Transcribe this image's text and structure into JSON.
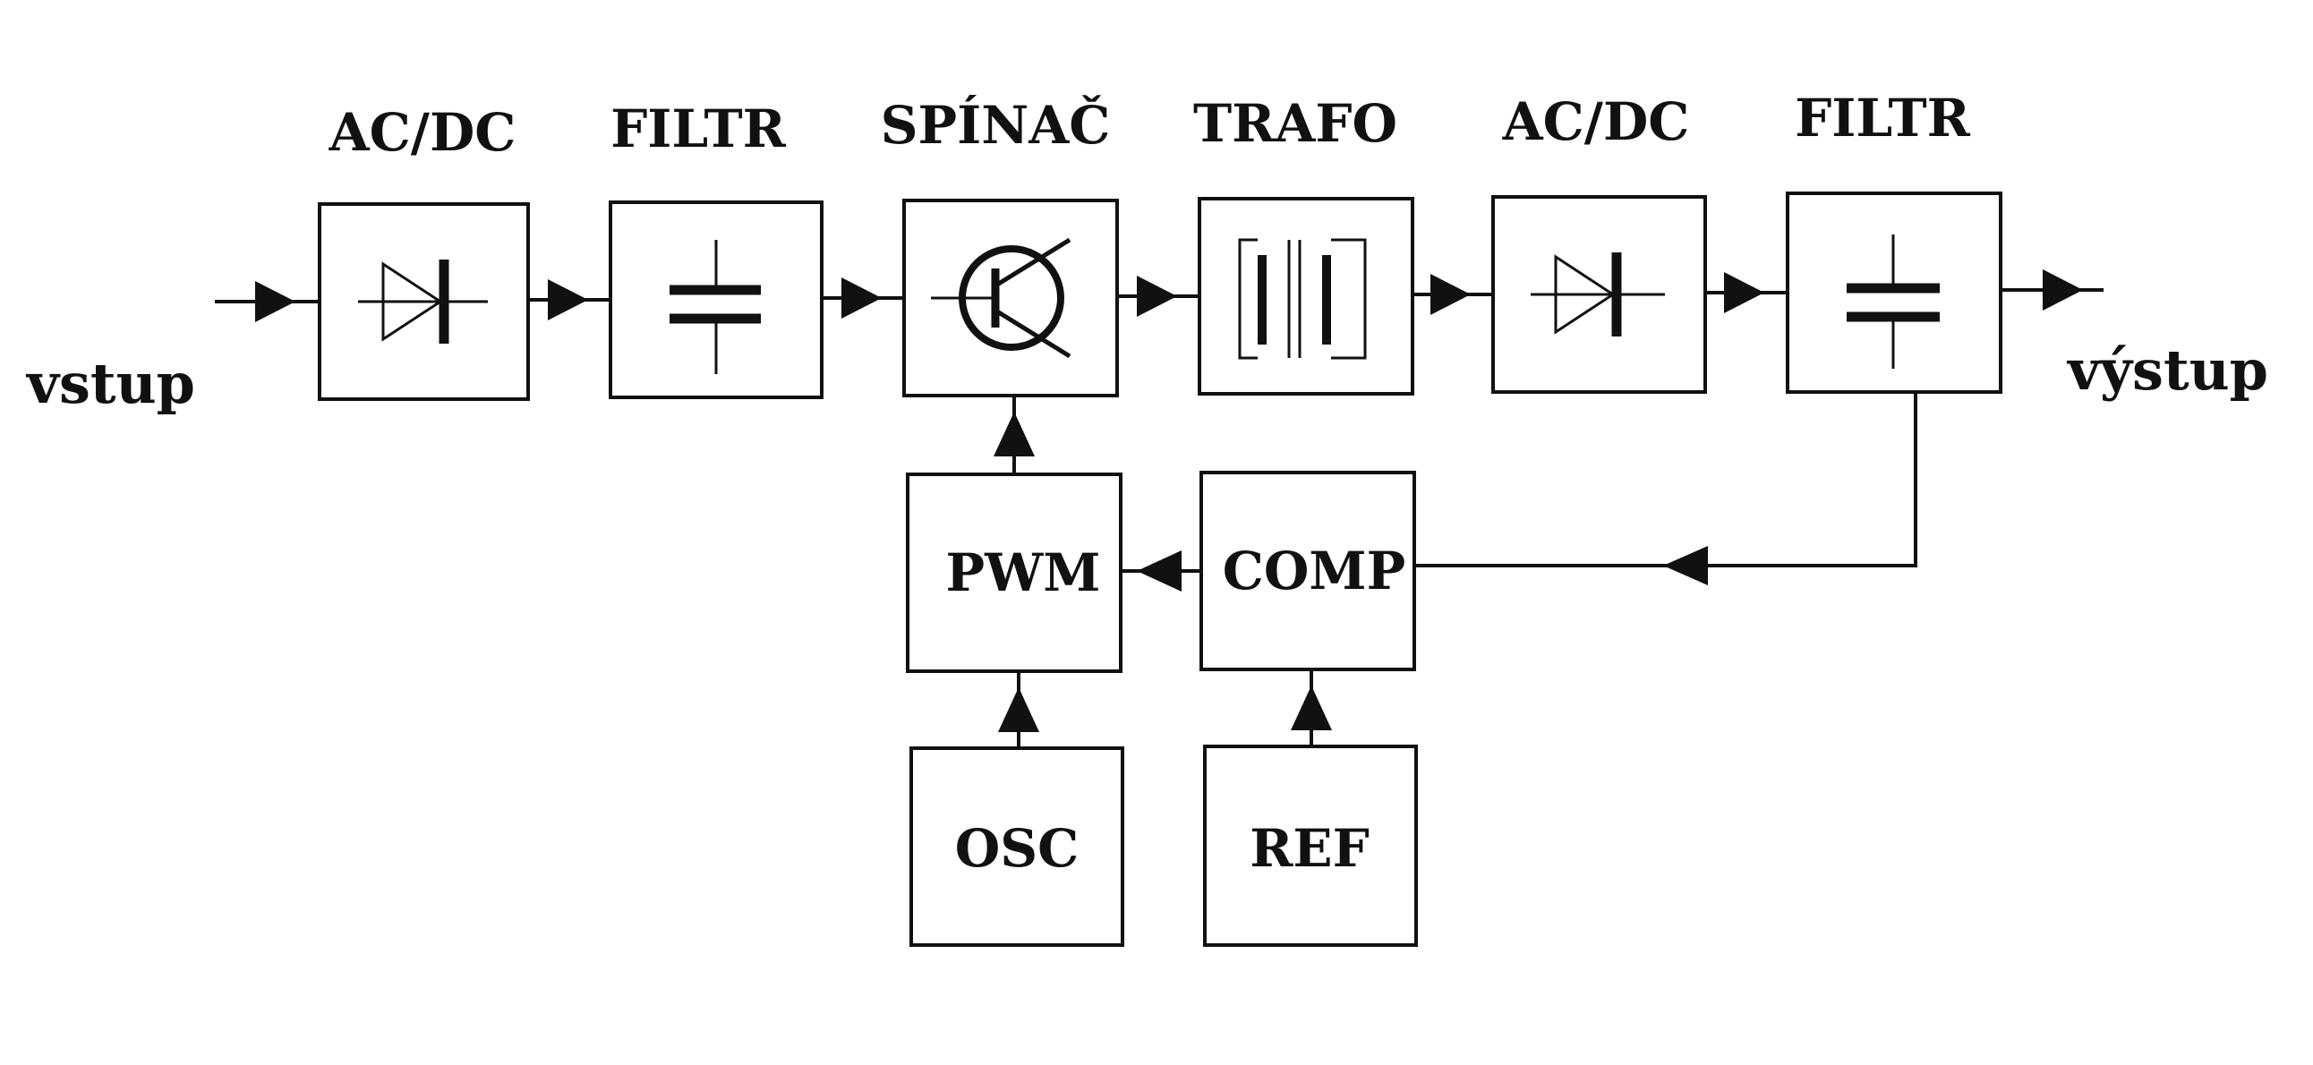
{
  "labels": {
    "input": "vstup",
    "output": "výstup",
    "stages": [
      "AC/DC",
      "FILTR",
      "SPÍNAČ",
      "TRAFO",
      "AC/DC",
      "FILTR"
    ],
    "pwm": "PWM",
    "comp": "COMP",
    "osc": "OSC",
    "ref": "REF"
  },
  "icons": {
    "stage_icons": [
      "diode-icon",
      "capacitor-icon",
      "transistor-icon",
      "transformer-icon",
      "diode-icon",
      "capacitor-icon"
    ]
  }
}
